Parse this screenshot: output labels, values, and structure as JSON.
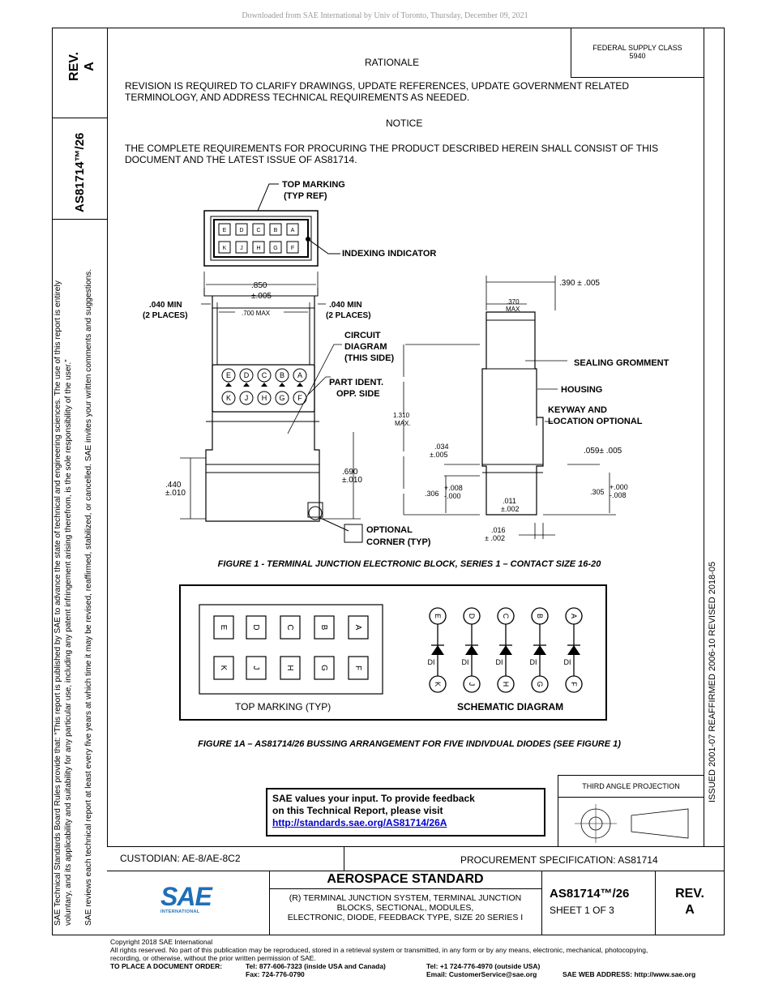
{
  "header": {
    "download_notice": "Downloaded from SAE International by Univ of Toronto, Thursday, December 09, 2021"
  },
  "left_margin": {
    "rev_label": "REV.",
    "rev_value": "A",
    "doc_number": "AS81714™/26",
    "rules_line1": "SAE Technical Standards Board Rules provide that: “This report is published by SAE to advance the state of technical and engineering sciences. The use of this report is entirely",
    "rules_line2": "voluntary, and its applicability and suitability for any particular use, including any patent infringement arising therefrom, is the sole responsibility of the user.”",
    "rules_line3": "SAE reviews each technical report at least every five years at which time it may be revised, reaffirmed, stabilized, or cancelled. SAE invites your written comments and suggestions."
  },
  "right_margin": {
    "history": "ISSUED 2001-07    REAFFIRMED 2006-10    REVISED 2018-05"
  },
  "federal_supply": {
    "label": "FEDERAL SUPPLY CLASS",
    "value": "5940"
  },
  "rationale": {
    "heading": "RATIONALE",
    "text": "REVISION IS REQUIRED TO CLARIFY DRAWINGS, UPDATE REFERENCES, UPDATE GOVERNMENT RELATED TERMINOLOGY, AND ADDRESS TECHNICAL REQUIREMENTS AS NEEDED."
  },
  "notice": {
    "heading": "NOTICE",
    "text": "THE COMPLETE REQUIREMENTS FOR PROCURING THE PRODUCT DESCRIBED HEREIN SHALL CONSIST OF THIS DOCUMENT AND THE LATEST ISSUE OF AS81714."
  },
  "figure1": {
    "caption": "FIGURE 1 - TERMINAL JUNCTION ELECTRONIC BLOCK, SERIES 1 – CONTACT SIZE 16-20",
    "top_marking": "TOP MARKING",
    "typ_ref": "(TYP REF)",
    "indexing": "INDEXING INDICATOR",
    "dim_850": ".850",
    "dim_850_tol": "±.005",
    "dim_040_left_a": ".040 MIN",
    "dim_040_left_b": "(2 PLACES)",
    "dim_700": ".700 MAX",
    "dim_040_right_a": ".040 MIN",
    "dim_040_right_b": "(2 PLACES)",
    "circuit_a": "CIRCUIT",
    "circuit_b": "DIAGRAM",
    "circuit_c": "(THIS SIDE)",
    "part_a": "PART IDENT.",
    "part_b": "OPP. SIDE",
    "dim_440": ".440",
    "dim_440_tol": "±.010",
    "dim_690": ".690",
    "dim_690_tol": "±.010",
    "optional_a": "OPTIONAL",
    "optional_b": "CORNER (TYP)",
    "dim_1310_a": "1.310",
    "dim_1310_b": "MAX.",
    "dim_390": ".390 ± .005",
    "dim_370_a": ".370",
    "dim_370_b": "MAX",
    "sealing": "SEALING GROMMENT",
    "housing": "HOUSING",
    "keyway_a": "KEYWAY AND",
    "keyway_b": "LOCATION OPTIONAL",
    "dim_034": ".034",
    "dim_034_tol": "±.005",
    "dim_059": ".059± .005",
    "dim_306": ".306",
    "dim_306_tol_a": "+.008",
    "dim_306_tol_b": "-.000",
    "dim_011": ".011",
    "dim_011_tol": "±.002",
    "dim_305": ".305",
    "dim_305_tol_a": "+.000",
    "dim_305_tol_b": "-.008",
    "dim_016": ".016",
    "dim_016_tol": "± .002",
    "top_letters": [
      "E",
      "D",
      "C",
      "B",
      "A"
    ],
    "bottom_letters": [
      "K",
      "J",
      "H",
      "G",
      "F"
    ]
  },
  "figure1a": {
    "caption": "FIGURE 1A – AS81714/26 BUSSING ARRANGEMENT FOR FIVE INDIVDUAL DIODES (SEE FIGURE 1)",
    "top_marking": "TOP MARKING (TYP)",
    "schematic": "SCHEMATIC DIAGRAM",
    "diode_label": "DI",
    "top_letters": [
      "E",
      "D",
      "C",
      "B",
      "A"
    ],
    "bottom_letters": [
      "K",
      "J",
      "H",
      "G",
      "F"
    ]
  },
  "feedback": {
    "line1": "SAE values your input. To provide feedback",
    "line2": "on this Technical Report, please visit",
    "link": "http://standards.sae.org/AS81714/26A"
  },
  "projection": {
    "label": "THIRD ANGLE PROJECTION"
  },
  "title_block": {
    "custodian": "CUSTODIAN: AE-8/AE-8C2",
    "procurement": "PROCUREMENT SPECIFICATION: AS81714",
    "standard": "AEROSPACE STANDARD",
    "title_line1": "(R) TERMINAL JUNCTION SYSTEM, TERMINAL JUNCTION",
    "title_line2": "BLOCKS, SECTIONAL, MODULES,",
    "title_line3": "ELECTRONIC, DIODE, FEEDBACK TYPE, SIZE 20 SERIES I",
    "doc_number": "AS81714™/26",
    "sheet": "SHEET 1 OF 3",
    "rev_label": "REV.",
    "rev_value": "A",
    "logo_text": "SAE",
    "logo_sub": "INTERNATIONAL"
  },
  "footer": {
    "copyright": "Copyright 2018 SAE International",
    "rights1": "All rights reserved. No part of this publication may be reproduced, stored in a retrieval system or transmitted, in any form or by any means, electronic, mechanical, photocopying,",
    "rights2": "recording, or otherwise, without the prior written permission of SAE.",
    "order_label": "TO PLACE A DOCUMENT ORDER:",
    "tel_usa": "Tel: 877-606-7323 (inside USA and Canada)",
    "fax": "Fax: 724-776-0790",
    "tel_outside": "Tel: +1 724-776-4970 (outside USA)",
    "email": "Email: CustomerService@sae.org",
    "web": "SAE WEB ADDRESS: http://www.sae.org"
  },
  "colors": {
    "link": "#0000cc",
    "logo_blue": "#1f6fb8"
  }
}
